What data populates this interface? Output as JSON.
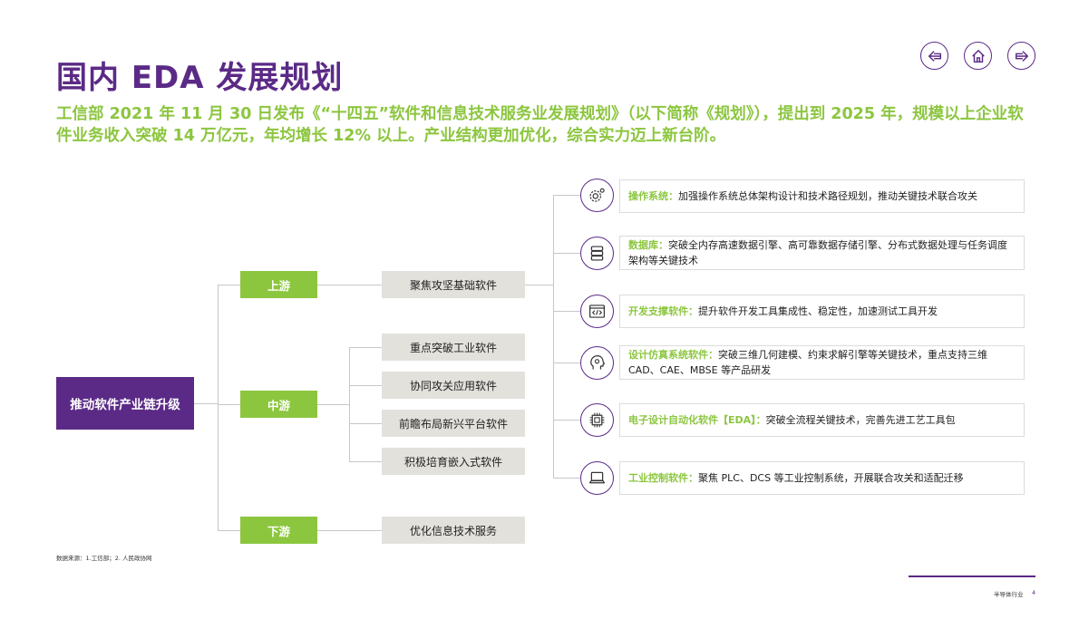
{
  "title": "国内 EDA 发展规划",
  "subtitle": "工信部 2021 年 11 月 30 日发布《“十四五”软件和信息技术服务业发展规划》（以下简称《规划》），提出到 2025 年，规模以上企业软件业务收入突破 14 万亿元，年均增长 12% 以上。产业结构更加优化，综合实力迈上新台阶。",
  "nav": {
    "prev_icon": "arrow-left-icon",
    "home_icon": "home-icon",
    "next_icon": "arrow-right-icon"
  },
  "colors": {
    "purple": "#5b2a86",
    "green": "#8cc63f",
    "grey_box": "#e3e1dc"
  },
  "diagram": {
    "root": "推动软件产业链升级",
    "stages": [
      {
        "label": "上游",
        "items": [
          "聚焦攻坚基础软件"
        ]
      },
      {
        "label": "中游",
        "items": [
          "重点突破工业软件",
          "协同攻关应用软件",
          "前瞻布局新兴平台软件",
          "积极培育嵌入式软件"
        ]
      },
      {
        "label": "下游",
        "items": [
          "优化信息技术服务"
        ]
      }
    ],
    "details": [
      {
        "icon": "gear-settings-icon",
        "head": "操作系统：",
        "text": "加强操作系统总体架构设计和技术路径规划，推动关键技术联合攻关"
      },
      {
        "icon": "database-icon",
        "head": "数据库：",
        "text": "突破全内存高速数据引擎、高可靠数据存储引擎、分布式数据处理与任务调度架构等关键技术"
      },
      {
        "icon": "code-window-icon",
        "head": "开发支撑软件：",
        "text": "提升软件开发工具集成性、稳定性，加速测试工具开发"
      },
      {
        "icon": "head-gear-icon",
        "head": "设计仿真系统软件：",
        "text": "突破三维几何建模、约束求解引擎等关键技术，重点支持三维 CAD、CAE、MBSE 等产品研发"
      },
      {
        "icon": "chip-icon",
        "head": "电子设计自动化软件【EDA】：",
        "text": "突破全流程关键技术，完善先进工艺工具包"
      },
      {
        "icon": "laptop-icon",
        "head": "工业控制软件：",
        "text": "聚焦 PLC、DCS 等工业控制系统，开展联合攻关和适配迁移"
      }
    ]
  },
  "source": "数据来源：1.工信部；2. 人民政协网",
  "footer": "半导体行业",
  "page_number": "4"
}
